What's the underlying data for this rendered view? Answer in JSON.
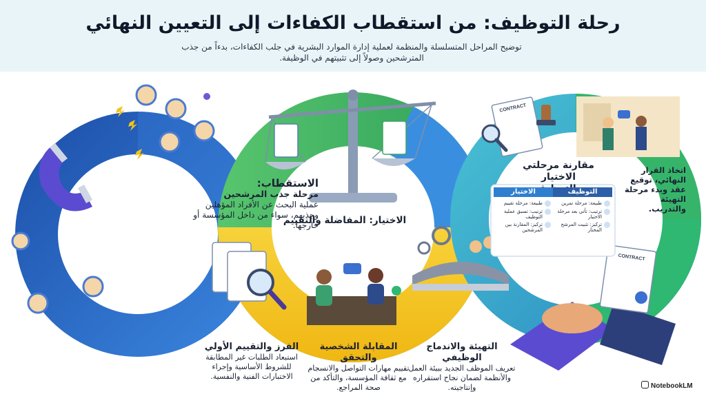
{
  "header": {
    "title": "رحلة التوظيف: من استقطاب الكفاءات إلى التعيين النهائي",
    "subtitle": "توضيح المراحل المتسلسلة والمنظمة لعملية إدارة الموارد البشرية في جلب الكفاءات، بدءاً من جذب المترشحين وصولاً إلى تثبيتهم في الوظيفة."
  },
  "sections": {
    "attraction": {
      "title": "الاستقطاب:",
      "subtitle": "مرحلة جذب المرشحين",
      "body": "عملية البحث عن الأفراد المؤهلين وجذبهم، سواء من داخل المؤسسة أو خارجها."
    },
    "selection": {
      "title": "الاختيار: المفاضلة والتقييم"
    },
    "comparison": {
      "title": "مقارنة مرحلتي الاختيار والتوظيف",
      "col_hiring": "التوظيف",
      "col_selection": "الاختيار",
      "hiring_rows": [
        "طبيعة: مرحلة تمرين",
        "ترتيب: تأتي بعد مرحلة الاختيار",
        "تركيز: تثبيت المرشح المختار"
      ],
      "selection_rows": [
        "طبيعة: مرحلة تقييم",
        "ترتيب: تسبق عملية التوظيف",
        "تركيز: المقارنة بين المرشحين"
      ]
    },
    "final_decision": {
      "body": "اتخاذ القرار النهائي، توقيع عقد وبدء مرحلة التهيئة والتدريب."
    }
  },
  "steps": [
    {
      "title": "الفرز والتقييم الأولي",
      "body": "استبعاد الطلبات غير المطابقة للشروط الأساسية وإجراء الاختبارات الفنية والنفسية."
    },
    {
      "title": "المقابلة الشخصية والتحقق",
      "body": "تقييم مهارات التواصل والانسجام مع ثقافة المؤسسة، والتأكد من صحة المراجع."
    },
    {
      "title": "التهيئة والاندماج الوظيفي",
      "body": "تعريف الموظف الجديد ببيئة العمل والأنظمة لضمان نجاح استقراره وإنتاجيته."
    }
  ],
  "illustration_labels": {
    "contract_top": "CONTRACT",
    "contract_bottom": "CONTRACT"
  },
  "branding": {
    "name": "NotebookLM"
  },
  "colors": {
    "header_bg": "#e9f4f8",
    "blue": "#2f6fd6",
    "green": "#2eb872",
    "yellow": "#f2c31c",
    "teal": "#39b6c6"
  }
}
